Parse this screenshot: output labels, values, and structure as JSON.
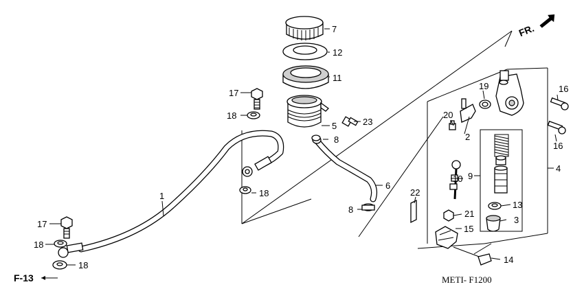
{
  "diagram": {
    "code": "METI- F1200",
    "direction_label": "FR.",
    "reference_label": "F-13",
    "callouts": {
      "p1": "1",
      "p2": "2",
      "p3": "3",
      "p4": "4",
      "p5": "5",
      "p6": "6",
      "p7": "7",
      "p8a": "8",
      "p8b": "8",
      "p9": "9",
      "p10": "10",
      "p11": "11",
      "p12": "12",
      "p13": "13",
      "p14": "14",
      "p15": "15",
      "p16a": "16",
      "p16b": "16",
      "p17a": "17",
      "p17b": "17",
      "p18a": "18",
      "p18b": "18",
      "p18c": "18",
      "p18d": "18",
      "p19": "19",
      "p20": "20",
      "p21": "21",
      "p22": "22",
      "p23": "23"
    }
  }
}
